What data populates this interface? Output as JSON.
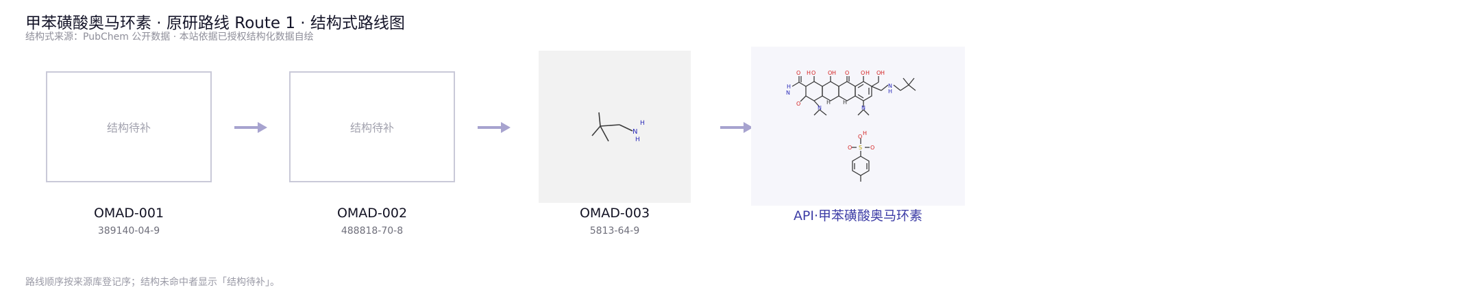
{
  "header": {
    "title": "甲苯磺酸奥马环素 · 原研路线 Route 1 · 结构式路线图",
    "subtitle": "结构式来源：PubChem 公开数据 · 本站依据已授权结构化数据自绘"
  },
  "route": {
    "steps": [
      {
        "id": "OMAD-001",
        "cas": "389140-04-9",
        "structure": "placeholder",
        "placeholder_text": "结构待补"
      },
      {
        "id": "OMAD-002",
        "cas": "488818-70-8",
        "structure": "placeholder",
        "placeholder_text": "结构待补"
      },
      {
        "id": "OMAD-003",
        "cas": "5813-64-9",
        "structure": "neopentylamine"
      },
      {
        "id": "API·甲苯磺酸奥马环素",
        "cas": "",
        "structure": "omadacycline-tosylate"
      }
    ]
  },
  "footer": {
    "note": "路线顺序按来源库登记序；结构未命中者显示「结构待补」。"
  },
  "colors": {
    "arrow": "#a7a3cf",
    "bond": "#3a3a3a",
    "nitrogen": "#2a2ab8",
    "oxygen": "#d42020",
    "sulfur": "#b8a000",
    "api_label": "#3d3da6"
  }
}
